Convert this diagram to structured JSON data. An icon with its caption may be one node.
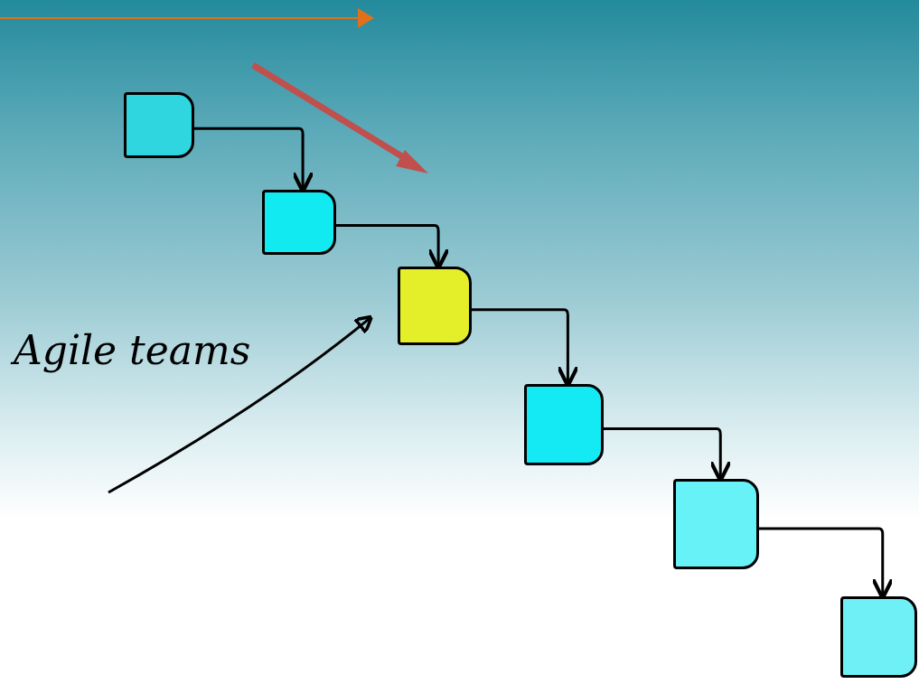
{
  "diagram": {
    "nodes": [
      {
        "text": [],
        "shape": "box"
      },
      {
        "text": [],
        "shape": "box"
      },
      {
        "text": [],
        "shape": "box"
      },
      {
        "text": [],
        "shape": "box"
      },
      {
        "text": [],
        "shape": "box"
      },
      {
        "text": [],
        "shape": "box"
      }
    ],
    "edges": [
      {
        "from": 0,
        "to": 1,
        "arrow": "to"
      },
      {
        "from": 1,
        "to": 2,
        "arrow": "to"
      },
      {
        "from": 2,
        "to": 3,
        "arrow": "to"
      },
      {
        "from": 3,
        "to": 4,
        "arrow": "to"
      },
      {
        "from": 4,
        "to": 5,
        "arrow": "to"
      },
      {
        "from": null,
        "to": 2,
        "arrow": "to"
      }
    ],
    "labels": [
      "Agile teams"
    ]
  }
}
